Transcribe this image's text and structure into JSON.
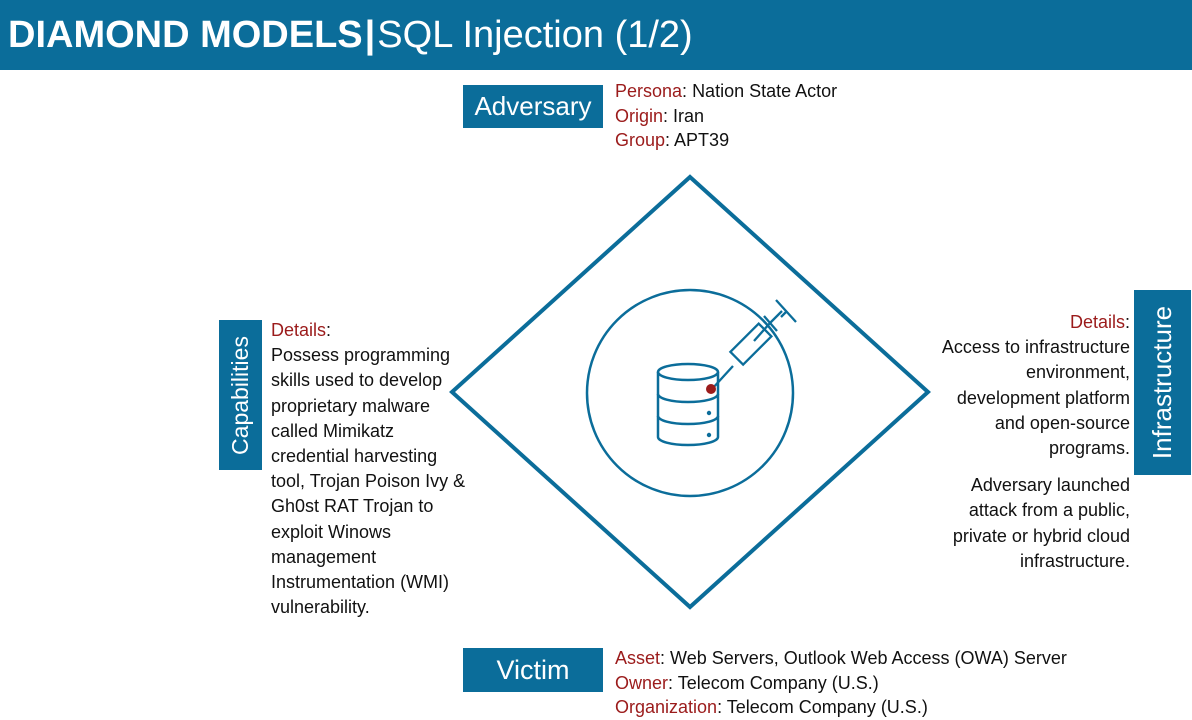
{
  "header": {
    "title": "DIAMOND MODELS",
    "separator": "|",
    "subtitle": "SQL Injection (1/2)"
  },
  "adversary": {
    "label": "Adversary",
    "rows": [
      {
        "key": "Persona",
        "value": "Nation State Actor"
      },
      {
        "key": "Origin",
        "value": "Iran"
      },
      {
        "key": "Group",
        "value": "APT39"
      }
    ]
  },
  "capabilities": {
    "label": "Capabilities",
    "details_key": "Details",
    "details_text": "Possess programming skills used to develop proprietary malware called Mimikatz credential harvesting tool, Trojan Poison Ivy & Gh0st RAT Trojan to exploit Winows management Instrumentation (WMI) vulnerability."
  },
  "infrastructure": {
    "label": "Infrastructure",
    "details_key": "Details",
    "details_text": "Access to infrastructure environment, development platform and open-source programs.",
    "details_text_2": "Adversary launched attack from a public, private or hybrid cloud infrastructure."
  },
  "victim": {
    "label": "Victim",
    "rows": [
      {
        "key": "Asset",
        "value": "Web Servers, Outlook Web Access (OWA) Server"
      },
      {
        "key": "Owner",
        "value": "Telecom Company (U.S.)"
      },
      {
        "key": "Organization",
        "value": "Telecom Company (U.S.)"
      }
    ]
  },
  "icons": {
    "center": "database-syringe-icon"
  },
  "colors": {
    "brand_blue": "#0b6d9a",
    "key_red": "#9b1b1b",
    "diamond_stroke": "#0b6d9a"
  }
}
